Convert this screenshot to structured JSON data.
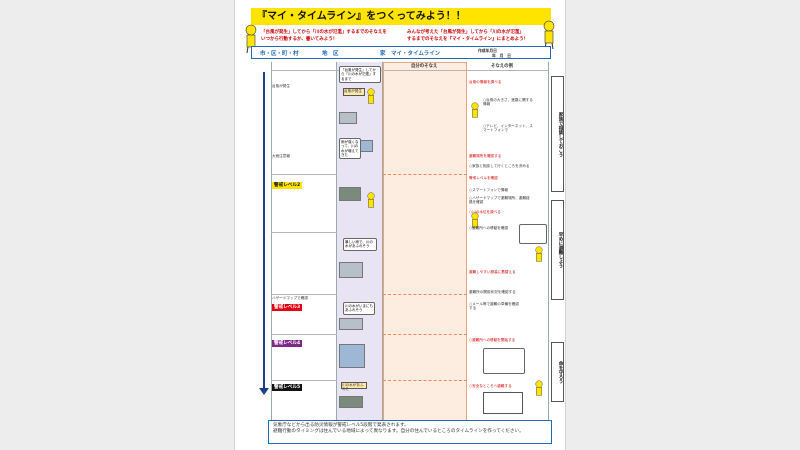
{
  "title": "『マイ・タイムライン』をつくってみよう！！",
  "intro_left": [
    "「台風が発生」してから「川の水が氾濫」するまでのそなえを",
    "いつから行動するか、書いてみよう！"
  ],
  "intro_right": [
    "みんなが考えた「台風が発生」してから「川の水が氾濫」",
    "するまでのそなえを『マイ・タイムライン』にまとめよう！"
  ],
  "header": {
    "col_city": "市・区・町・村",
    "col_district": "地　区",
    "col_home": "家　マイ・タイムライン",
    "col_date_label": "作成年月日",
    "col_date_value": "年　月　日"
  },
  "columns": {
    "own_prep": "自分のそなえ",
    "example": "そなえの例"
  },
  "left_labels": {
    "event_1": "台風が発生",
    "event_2": "大雨注意報",
    "alert_2": "警戒レベル2",
    "alert_3": "警戒レベル3",
    "alert_4": "警戒レベル4",
    "alert_5": "警戒レベル5",
    "hazard_map": "ハザードマップで確認"
  },
  "mid_labels": {
    "m1": "「台風が発生」してから「川の水が氾濫」するまで",
    "m2": "台風が発生",
    "m3": "雨が強くなって、川の水が増えてきた",
    "m4": "暴しい雨で、川の水があふれそう",
    "m5": "川の水がいまにもあふれそう",
    "m6": "川の水があふれた"
  },
  "examples": [
    "台風の情報を調べる",
    "○台風の大きさ、進路に関する情報",
    "○テレビ、インターネット、スマートフォンで",
    "避難場所を確認する",
    "○家族と相談して行くところを決める",
    "警戒レベルを確認",
    "○スマートフォンで情報",
    "○ハザードマップで避難場所、避難経路を確認",
    "○川の水位を調べる",
    "○避難所への移動を確認",
    "避難しやすい服装に着替える",
    "避難所の開設状況を確認する",
    "○メール等で避難の準備を確認する",
    "○避難所への移動を開始する",
    "○安全なところへ避難する"
  ],
  "red_items": [
    "避難場所を確認する",
    "避難しやすい服装に着替える",
    "安全なところへ避難する"
  ],
  "side_banners": [
    "家族で相談しておこう",
    "早めに避難しよう",
    "命を守ろう"
  ],
  "bottom_note": [
    "気象庁などから出る防災情報が警戒レベル5段階で発表されます。",
    "避難行動のタイミングは住んでいる地域によって異なります。自分の住んでいるところのタイムラインを作ってください。"
  ],
  "colors": {
    "title_yellow": "#ffe400",
    "blue": "#1e6bb8",
    "lvl3": "#e60012",
    "lvl4": "#7b2a86",
    "prep_bg": "#fdece0"
  }
}
